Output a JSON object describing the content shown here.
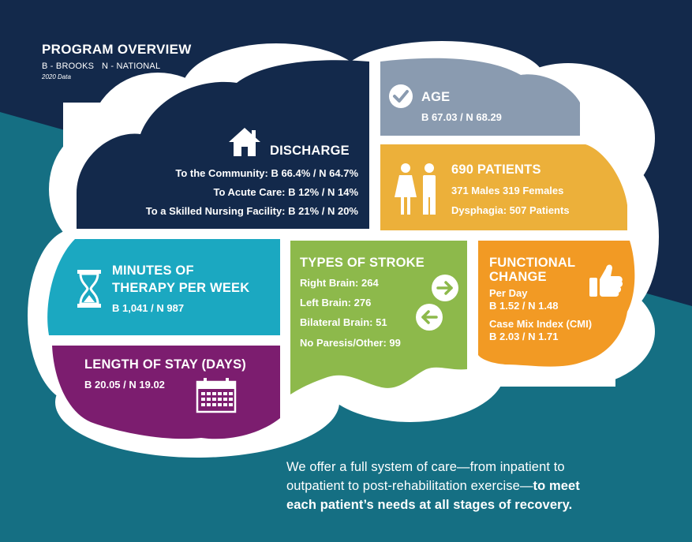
{
  "header": {
    "title": "PROGRAM OVERVIEW",
    "legend": "B - BROOKS   N - NATIONAL",
    "year": "2020 Data"
  },
  "discharge": {
    "title": "DISCHARGE",
    "community": "To the Community: B 66.4% / N 64.7%",
    "acute": "To Acute Care: B 12% / N 14%",
    "snf": "To a Skilled Nursing Facility: B 21% / N 20%"
  },
  "age": {
    "title": "AGE",
    "value": "B 67.03 / N 68.29"
  },
  "patients": {
    "title": "690 PATIENTS",
    "gender": "371 Males 319 Females",
    "dysphagia": "Dysphagia: 507 Patients"
  },
  "therapy": {
    "title_line1": "MINUTES OF",
    "title_line2": "THERAPY PER WEEK",
    "value": "B 1,041 / N 987"
  },
  "stay": {
    "title": "LENGTH OF STAY (DAYS)",
    "value": "B 20.05 / N 19.02"
  },
  "stroke": {
    "title": "TYPES OF STROKE",
    "right": "Right Brain: 264",
    "left": "Left Brain: 276",
    "bilateral": "Bilateral Brain: 51",
    "other": "No Paresis/Other: 99"
  },
  "functional": {
    "title_line1": "FUNCTIONAL",
    "title_line2": "CHANGE",
    "per_day_label": "Per Day",
    "per_day_value": "B 1.52 / N 1.48",
    "cmi_label": "Case Mix Index (CMI)",
    "cmi_value": "B 2.03 / N 1.71"
  },
  "footer": {
    "line1": "We offer a full system of care—from inpatient to",
    "line2_normal": "outpatient to post-rehabilitation exercise—",
    "line2_bold": "to meet",
    "line3_bold": "each patient’s needs at all stages of recovery."
  },
  "colors": {
    "navy": "#13294b",
    "teal": "#156f83",
    "gray_blue": "#8a9bb0",
    "gold": "#ecb03a",
    "cyan": "#1ba8c1",
    "purple": "#7c1d6f",
    "green": "#8db94b",
    "orange": "#f29a24"
  }
}
